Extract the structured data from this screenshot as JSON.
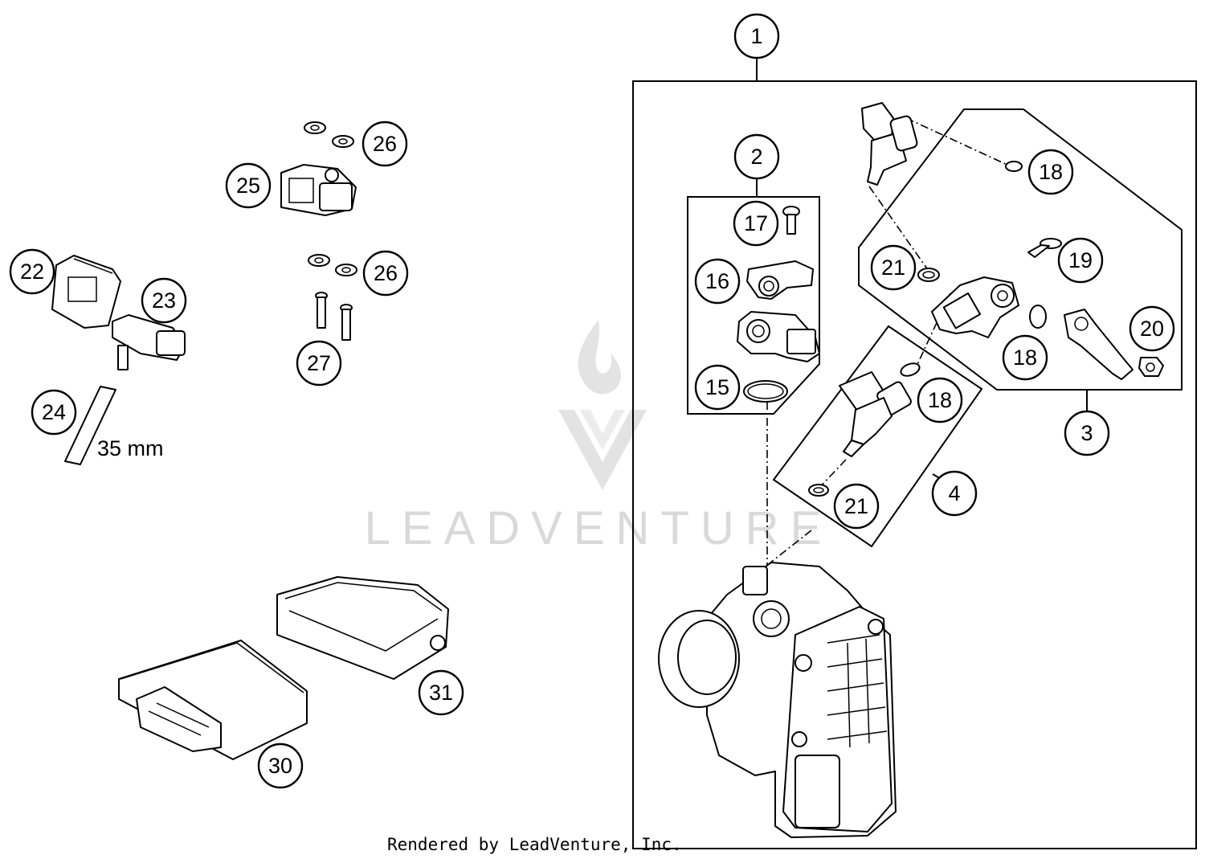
{
  "diagram": {
    "watermark": "LEADVENTURE",
    "credit": "Rendered by LeadVenture, Inc.",
    "dimension_label": "35 mm",
    "callouts": {
      "c1": "1",
      "c2": "2",
      "c3": "3",
      "c4": "4",
      "c15": "15",
      "c16": "16",
      "c17": "17",
      "c18a": "18",
      "c18b": "18",
      "c18c": "18",
      "c19": "19",
      "c20": "20",
      "c21a": "21",
      "c21b": "21",
      "c22": "22",
      "c23": "23",
      "c24": "24",
      "c25": "25",
      "c26a": "26",
      "c26b": "26",
      "c27": "27",
      "c30": "30",
      "c31": "31"
    }
  }
}
